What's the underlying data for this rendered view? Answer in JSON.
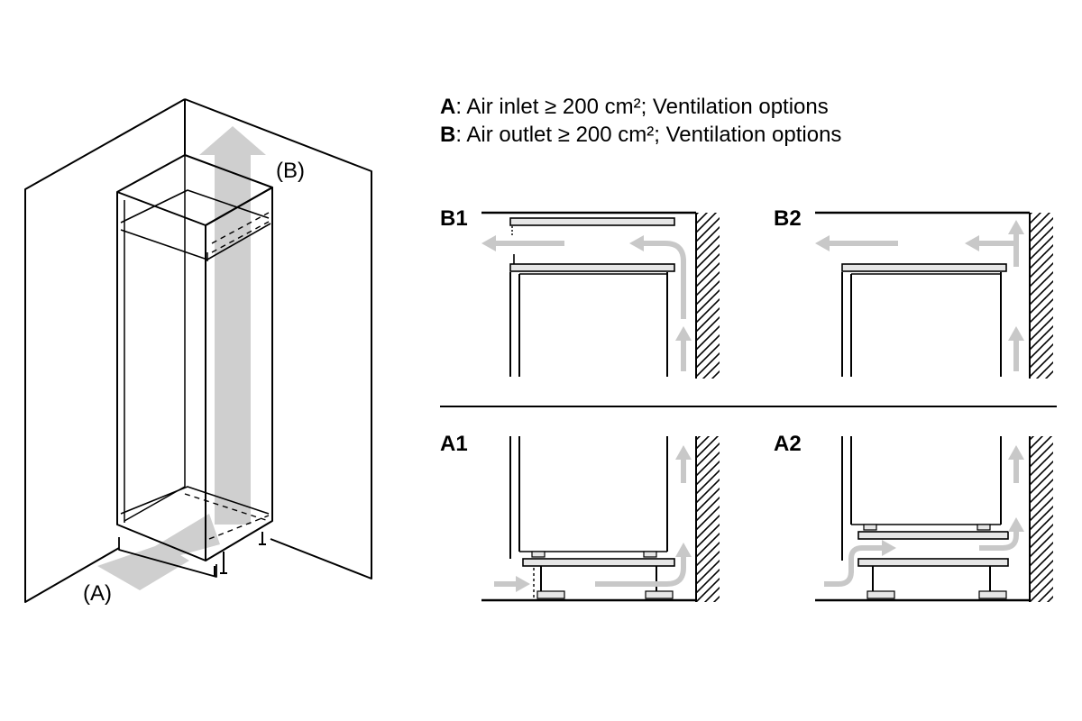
{
  "legend": [
    {
      "key": "A",
      "text": ": Air inlet ≥ 200 cm²; Ventilation options"
    },
    {
      "key": "B",
      "text": ": Air outlet ≥ 200 cm²; Ventilation options"
    }
  ],
  "cabinet_labels": {
    "inlet": "(A)",
    "outlet": "(B)"
  },
  "panels": {
    "b1": "B1",
    "b2": "B2",
    "a1": "A1",
    "a2": "A2"
  },
  "colors": {
    "line": "#000000",
    "arrow": "#c8c8c8",
    "background": "#ffffff"
  }
}
